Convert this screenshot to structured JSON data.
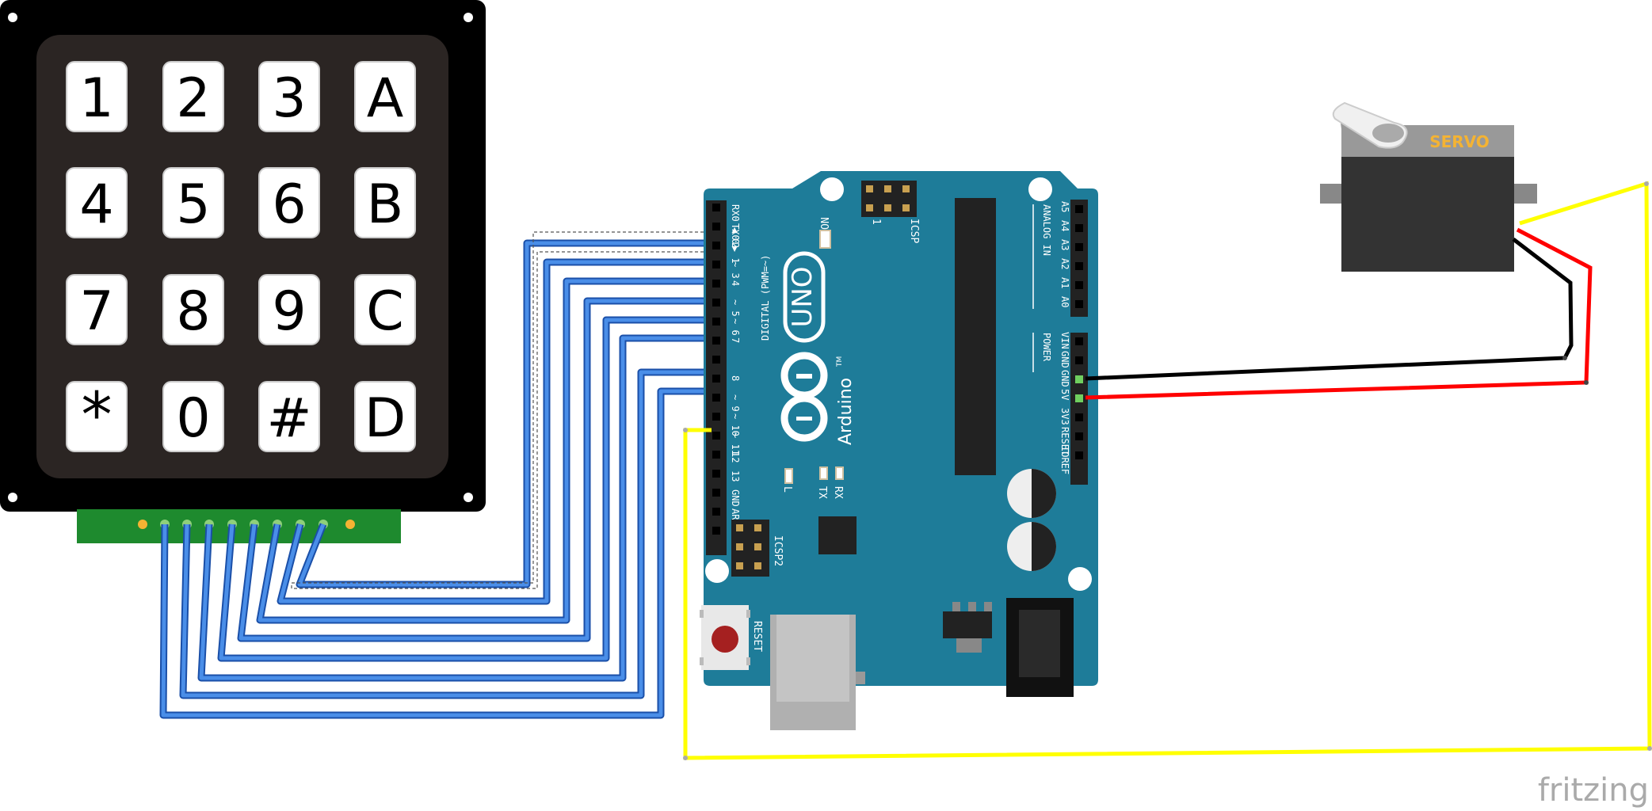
{
  "keypad": {
    "keys": [
      [
        "1",
        "2",
        "3",
        "A"
      ],
      [
        "4",
        "5",
        "6",
        "B"
      ],
      [
        "7",
        "8",
        "9",
        "C"
      ],
      [
        "*",
        "0",
        "#",
        "D"
      ]
    ]
  },
  "arduino": {
    "model": "UNO",
    "brand": "Arduino",
    "trademark": "TM",
    "digital_label": "DIGITAL (PWM=~)",
    "digital_pins": [
      "RX0 ◀ 0",
      "TX0 ▶ 1",
      "2",
      "~ 3",
      "4",
      "~ 5",
      "~ 6",
      "7",
      "8",
      "~ 9",
      "~ 10",
      "~ 11",
      "12",
      "13",
      "GND",
      "AREF"
    ],
    "analog_label": "ANALOG IN",
    "analog_pins": [
      "A5",
      "A4",
      "A3",
      "A2",
      "A1",
      "A0"
    ],
    "power_label": "POWER",
    "power_pins": [
      "VIN",
      "GND",
      "GND",
      "5V",
      "3V3",
      "RESET",
      "IOREF"
    ],
    "on_label": "ON",
    "icsp_label": "ICSP",
    "icsp2_label": "ICSP2",
    "icsp_pin1": "1",
    "led_l": "L",
    "led_tx": "TX",
    "led_rx": "RX",
    "reset_label": "RESET"
  },
  "servo": {
    "label": "SERVO"
  },
  "footer": {
    "brand": "fritzing"
  },
  "colors": {
    "board": "#1e7c99",
    "keypad_body": "#000000",
    "keypad_inner": "#2b2523",
    "wire_blue": "#2f6fd6",
    "wire_yellow": "#ffff00",
    "wire_red": "#ff0000",
    "wire_black": "#000000",
    "servo_label": "#f4b333"
  }
}
